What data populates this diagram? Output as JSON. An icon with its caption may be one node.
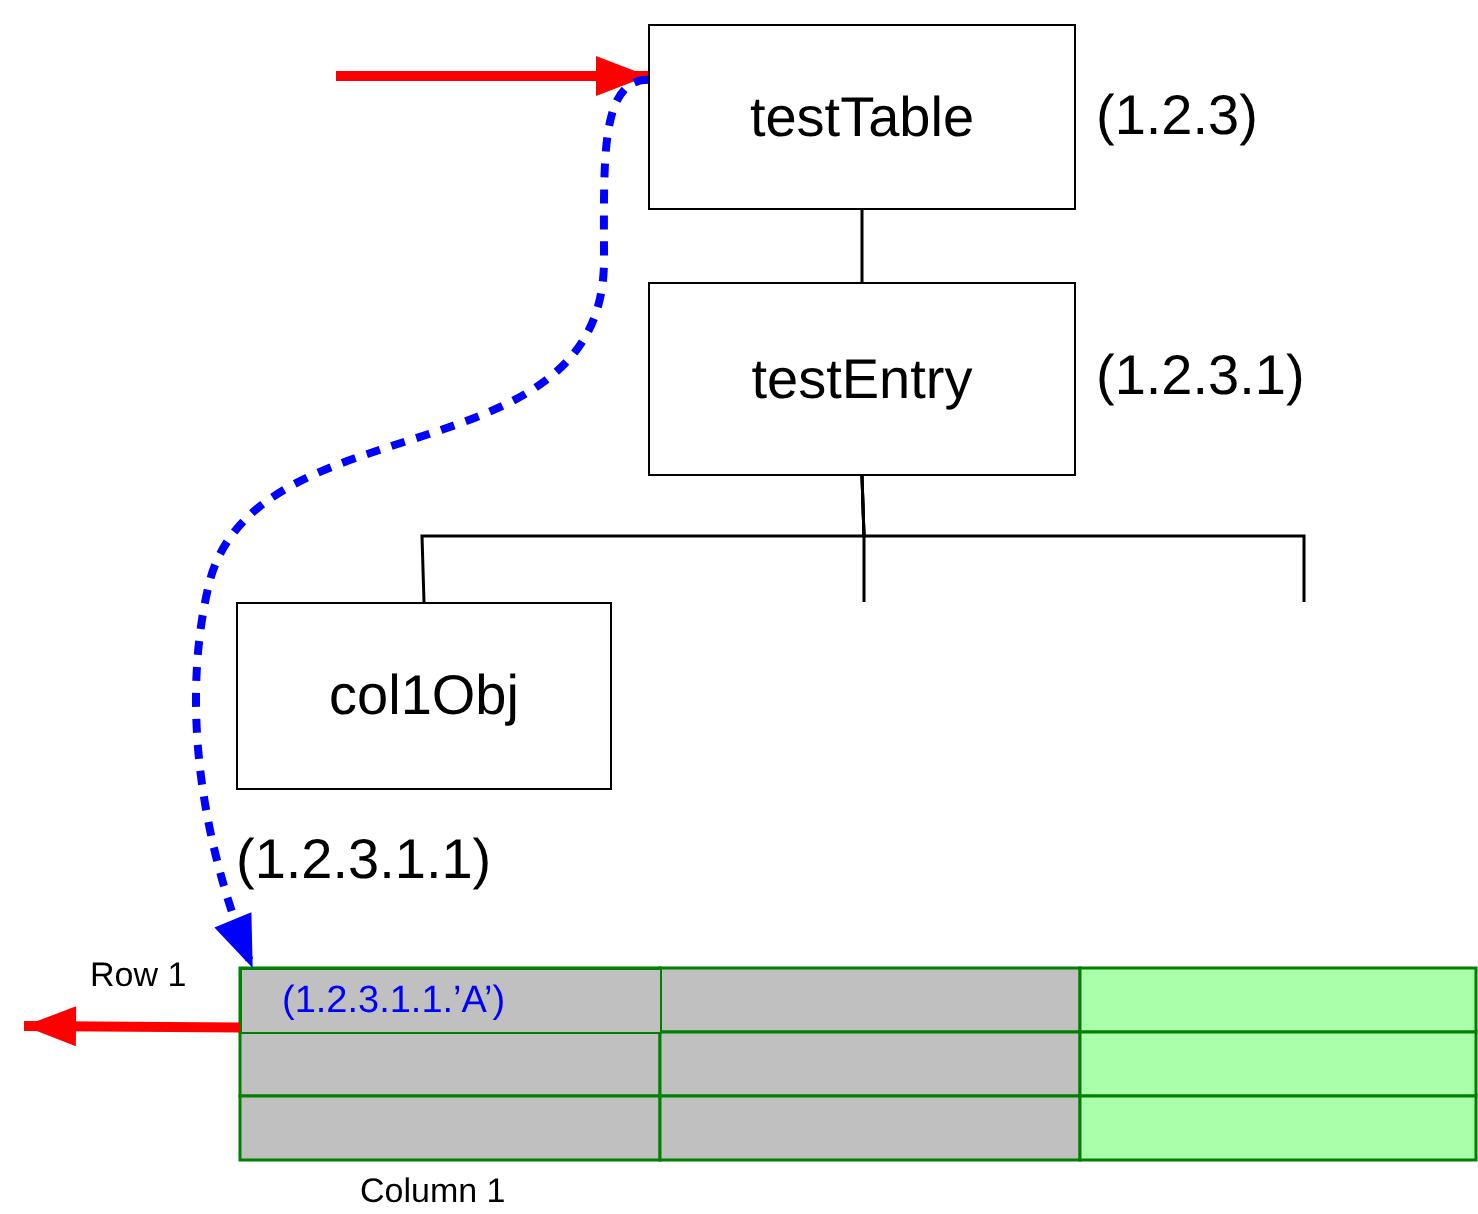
{
  "diagram": {
    "nodes": [
      {
        "text": [
          "testTable"
        ],
        "beside": [
          "(1.2.3)"
        ]
      },
      {
        "text": [
          "testEntry"
        ],
        "beside": [
          "(1.2.3.1)"
        ]
      },
      {
        "text": [
          "col1Obj"
        ],
        "beside": [
          "(1.2.3.1.1)"
        ]
      },
      {
        "text": [
          "(1.2.3.1.1.’A’)"
        ]
      }
    ],
    "edges": [
      {
        "from": 0,
        "to": 1,
        "arrow": "none"
      },
      {
        "from": 1,
        "to": 2,
        "arrow": "none"
      },
      {
        "from": 1,
        "to": null,
        "arrow": "none"
      },
      {
        "from": 1,
        "to": null,
        "arrow": "none"
      },
      {
        "from": null,
        "to": 0,
        "arrow": "to",
        "style": "thick",
        "color": "#ff0000"
      },
      {
        "from": 0,
        "to": 3,
        "arrow": "to",
        "style": "dashed",
        "color": "#0000ff"
      },
      {
        "from": 3,
        "to": null,
        "arrow": "to",
        "style": "thick",
        "color": "#ff0000"
      }
    ],
    "labels": [
      "Row 1",
      "Column 1"
    ]
  }
}
